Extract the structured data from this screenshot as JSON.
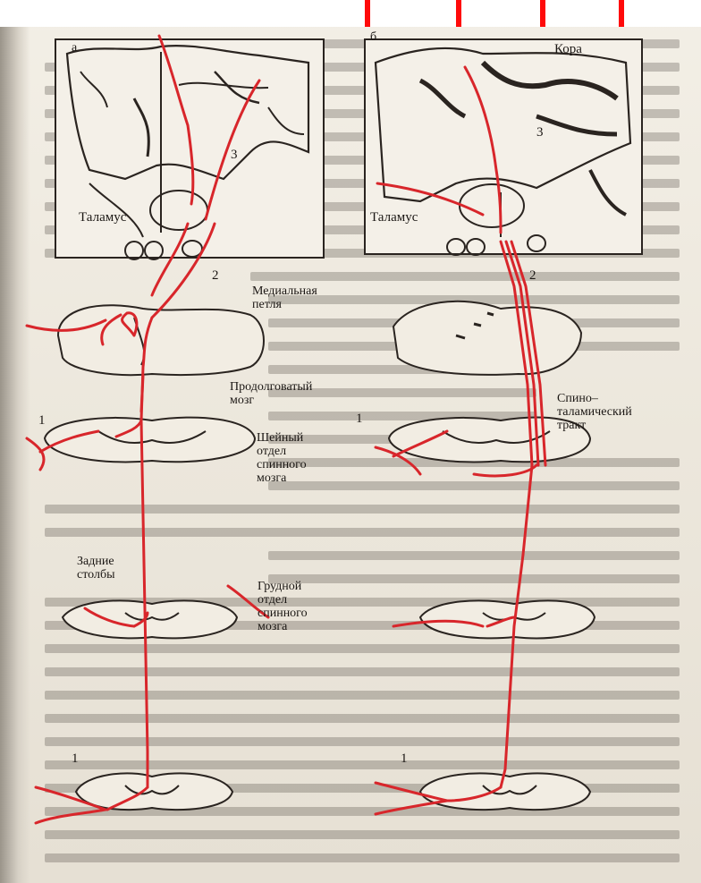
{
  "panel_a": {
    "letter": "а",
    "thalamus": "Таламус",
    "n3": "3",
    "n2": "2",
    "n1a": "1",
    "n1b": "1"
  },
  "panel_b": {
    "letter": "б",
    "cortex": "Кора",
    "thalamus": "Таламус",
    "n3": "3",
    "n2": "2",
    "n1a": "1",
    "n1b": "1"
  },
  "labels": {
    "medial_lemniscus": "Медиальная\nпетля",
    "medulla": "Продолговатый\nмозг",
    "cervical": "Шейный\nотдел\nспинного\nмозга",
    "dorsal_columns": "Задние\nстолбы",
    "thoracic": "Грудной\nотдел\nспинного\nмозга",
    "spinothalamic": "Спино–\nталамический\nтракт"
  },
  "colors": {
    "pathway": "#d8262b",
    "ink": "#2a2420",
    "page": "#ece7dc",
    "mark": "#ff0a0a"
  }
}
